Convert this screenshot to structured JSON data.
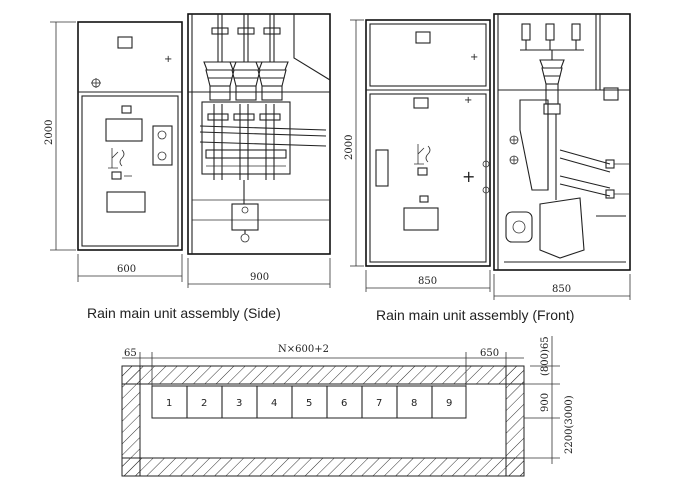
{
  "side_view": {
    "caption": "Rain main unit assembly (Side)",
    "height_label": "2000",
    "left_width_label": "600",
    "right_width_label": "900"
  },
  "front_view": {
    "caption": "Rain main unit assembly (Front)",
    "height_label": "2000",
    "left_width_label": "850",
    "right_width_label": "850"
  },
  "floor_plan": {
    "left_margin": "65",
    "span_label": "N×600+2",
    "right_margin": "650",
    "top_label": "(800)65",
    "depth_label": "900",
    "room_depth_label": "2200(3000)",
    "cabinets": [
      "1",
      "2",
      "3",
      "4",
      "5",
      "6",
      "7",
      "8",
      "9"
    ]
  }
}
